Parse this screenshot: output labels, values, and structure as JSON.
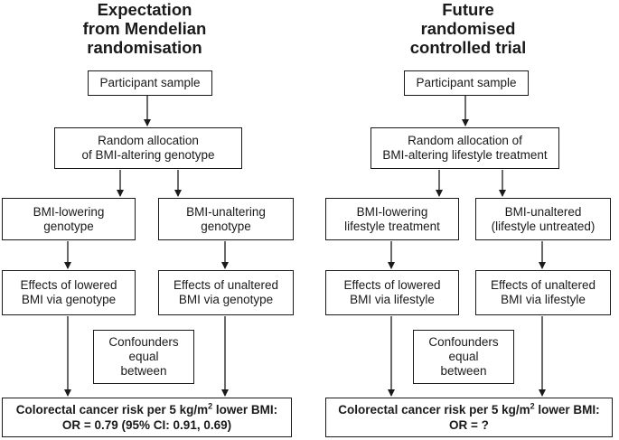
{
  "left_panel": {
    "title": "Expectation\nfrom Mendelian\nrandomisation",
    "sample": "Participant sample",
    "allocation": "Random allocation\nof BMI-altering genotype",
    "group_a": "BMI-lowering\ngenotype",
    "group_b": "BMI-unaltering\ngenotype",
    "effect_a": "Effects of lowered\nBMI via genotype",
    "effect_b": "Effects of unaltered\nBMI via genotype",
    "confounders": "Confounders\nequal\nbetween",
    "result_pre": "Colorectal cancer risk per 5 kg/m",
    "result_sup": "2",
    "result_post": " lower BMI:",
    "result_line2": "OR = 0.79 (95% CI: 0.91, 0.69)"
  },
  "right_panel": {
    "title": "Future\nrandomised\ncontrolled trial",
    "sample": "Participant sample",
    "allocation": "Random allocation of\nBMI-altering lifestyle treatment",
    "group_a": "BMI-lowering\nlifestyle treatment",
    "group_b": "BMI-unaltered\n(lifestyle untreated)",
    "effect_a": "Effects of lowered\nBMI via lifestyle",
    "effect_b": "Effects of unaltered\nBMI via lifestyle",
    "confounders": "Confounders\nequal\nbetween",
    "result_pre": "Colorectal cancer risk per 5 kg/m",
    "result_sup": "2",
    "result_post": " lower BMI:",
    "result_line2": "OR = ?"
  }
}
